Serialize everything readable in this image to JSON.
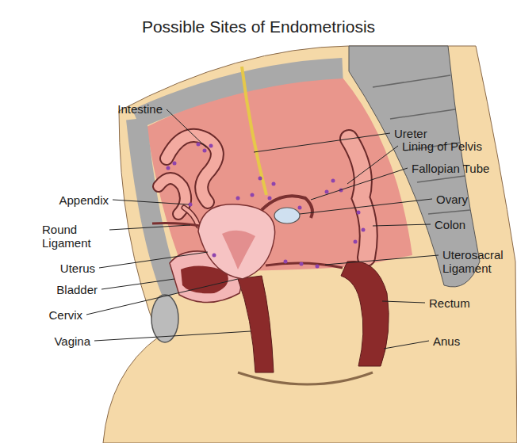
{
  "diagram": {
    "title": "Possible Sites of Endometriosis",
    "labels": [
      "Intestine",
      "Ureter",
      "Lining of Pelvis",
      "Fallopian Tube",
      "Appendix",
      "Ovary",
      "Round Ligament",
      "Colon",
      "Uterus",
      "Uterosacral Ligament",
      "Bladder",
      "Cervix",
      "Rectum",
      "Vagina",
      "Anus"
    ]
  }
}
